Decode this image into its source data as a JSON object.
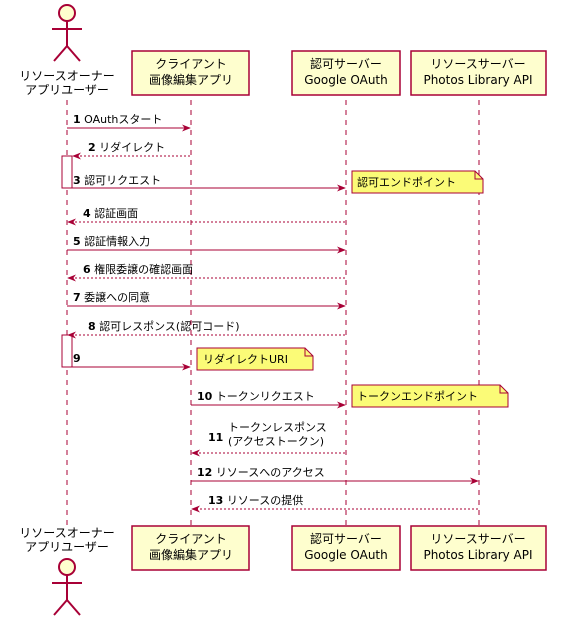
{
  "participants": [
    {
      "id": "owner",
      "kind": "actor",
      "lines": [
        "リソースオーナー",
        "アプリユーザー"
      ]
    },
    {
      "id": "client",
      "kind": "box",
      "lines": [
        "クライアント",
        "画像編集アプリ"
      ]
    },
    {
      "id": "auth",
      "kind": "box",
      "lines": [
        "認可サーバー",
        "Google OAuth"
      ]
    },
    {
      "id": "resource",
      "kind": "box",
      "lines": [
        "リソースサーバー",
        "Photos Library API"
      ]
    }
  ],
  "messages": [
    {
      "num": "1",
      "text": [
        "OAuthスタート"
      ],
      "from": "owner",
      "to": "client",
      "style": "solid"
    },
    {
      "num": "2",
      "text": [
        "リダイレクト"
      ],
      "from": "client",
      "to": "owner",
      "style": "dashed"
    },
    {
      "num": "3",
      "text": [
        "認可リクエスト"
      ],
      "from": "owner",
      "to": "auth",
      "style": "solid"
    },
    {
      "num": "4",
      "text": [
        "認証画面"
      ],
      "from": "auth",
      "to": "owner",
      "style": "dashed"
    },
    {
      "num": "5",
      "text": [
        "認証情報入力"
      ],
      "from": "owner",
      "to": "auth",
      "style": "solid"
    },
    {
      "num": "6",
      "text": [
        "権限委譲の確認画面"
      ],
      "from": "auth",
      "to": "owner",
      "style": "dashed"
    },
    {
      "num": "7",
      "text": [
        "委譲への同意"
      ],
      "from": "owner",
      "to": "auth",
      "style": "solid"
    },
    {
      "num": "8",
      "text": [
        "認可レスポンス(認可コード)"
      ],
      "from": "auth",
      "to": "owner",
      "style": "dashed"
    },
    {
      "num": "9",
      "text": [],
      "from": "owner",
      "to": "client",
      "style": "solid"
    },
    {
      "num": "10",
      "text": [
        "トークンリクエスト"
      ],
      "from": "client",
      "to": "auth",
      "style": "solid"
    },
    {
      "num": "11",
      "text": [
        "トークンレスポンス",
        "(アクセストークン)"
      ],
      "from": "auth",
      "to": "client",
      "style": "dashed"
    },
    {
      "num": "12",
      "text": [
        "リソースへのアクセス"
      ],
      "from": "client",
      "to": "resource",
      "style": "solid"
    },
    {
      "num": "13",
      "text": [
        "リソースの提供"
      ],
      "from": "resource",
      "to": "client",
      "style": "dashed"
    }
  ],
  "notes": [
    {
      "text": "認可エンドポイント",
      "after": "3"
    },
    {
      "text": "リダイレクトURI",
      "after": "9"
    },
    {
      "text": "トークンエンドポイント",
      "after": "10"
    }
  ],
  "colors": {
    "arrow": "#a80036",
    "box_fill": "#fefece",
    "box_border": "#a80036",
    "note_fill": "#fbfb77",
    "lifeline": "#a80036"
  }
}
